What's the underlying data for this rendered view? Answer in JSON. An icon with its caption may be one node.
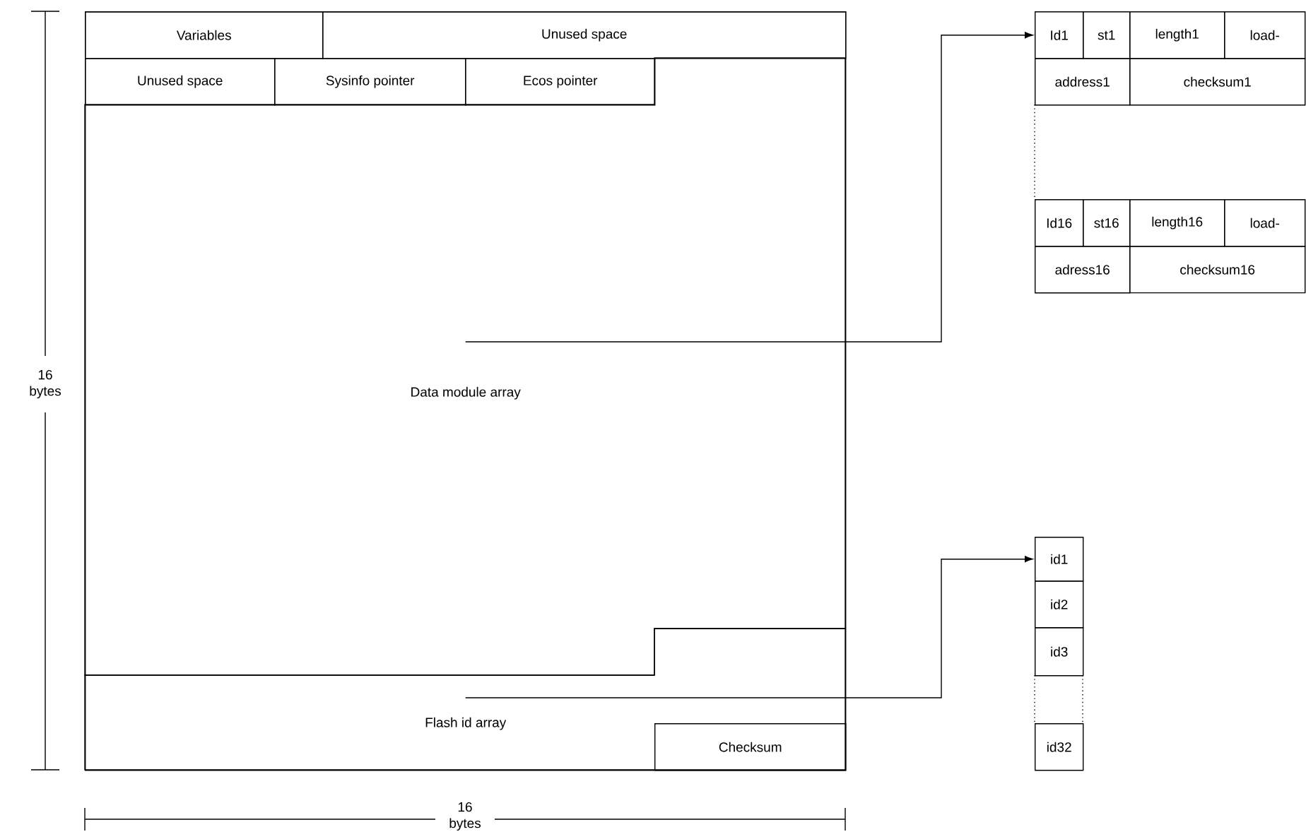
{
  "diagram": {
    "nodes": [
      {
        "text": [],
        "shape": "box"
      },
      {
        "text": [
          "Variables"
        ],
        "in": 0
      },
      {
        "text": [
          "Unused space"
        ],
        "in": 0
      },
      {
        "text": [
          "Unused space"
        ],
        "in": 0
      },
      {
        "text": [
          "Sysinfo pointer"
        ],
        "in": 0
      },
      {
        "text": [
          "Ecos pointer"
        ],
        "in": 0
      },
      {
        "text": [
          "Data module array"
        ],
        "in": 0
      },
      {
        "text": [
          "Flash id array"
        ],
        "in": 0
      },
      {
        "text": [
          "Checksum"
        ],
        "in": 7
      },
      {
        "text": [
          "Id1"
        ]
      },
      {
        "text": [
          "st1"
        ]
      },
      {
        "text": [
          "length1"
        ]
      },
      {
        "text": [
          "load-"
        ]
      },
      {
        "text": [
          "address1"
        ]
      },
      {
        "text": [
          "checksum1"
        ]
      },
      {
        "text": [
          "Id16"
        ]
      },
      {
        "text": [
          "st16"
        ]
      },
      {
        "text": [
          "length16"
        ]
      },
      {
        "text": [
          "load-"
        ]
      },
      {
        "text": [
          "adress16"
        ]
      },
      {
        "text": [
          "checksum16"
        ]
      },
      {
        "text": [
          "id1"
        ]
      },
      {
        "text": [
          "id2"
        ]
      },
      {
        "text": [
          "id3"
        ]
      },
      {
        "text": [
          "id32"
        ]
      }
    ],
    "edges": [
      {
        "from": 6,
        "to": 9,
        "arrow": "to"
      },
      {
        "from": 7,
        "to": 21,
        "arrow": "to"
      }
    ],
    "labels": [
      "16 bytes",
      "16 bytes"
    ]
  }
}
